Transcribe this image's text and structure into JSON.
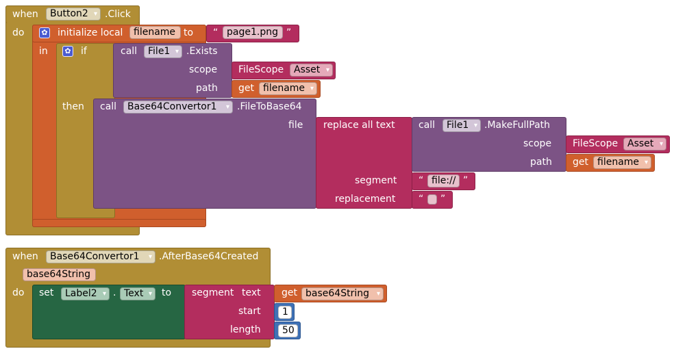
{
  "event1": {
    "when": "when",
    "component": "Button2",
    "event": ".Click",
    "do": "do",
    "local": {
      "label": "initialize local",
      "name": "filename",
      "to": "to",
      "value": "page1.png",
      "in": "in"
    },
    "if": {
      "label": "if",
      "call": "call",
      "component": "File1",
      "method": ".Exists",
      "scope_label": "scope",
      "scope_block": "FileScope",
      "scope_value": "Asset",
      "path_label": "path",
      "get": "get",
      "path_var": "filename",
      "then": "then"
    },
    "convert": {
      "call": "call",
      "component": "Base64Convertor1",
      "method": ".FileToBase64",
      "file_label": "file",
      "replace": "replace all text",
      "makefull": {
        "call": "call",
        "component": "File1",
        "method": ".MakeFullPath",
        "scope_label": "scope",
        "scope_block": "FileScope",
        "scope_value": "Asset",
        "path_label": "path",
        "get": "get",
        "path_var": "filename"
      },
      "segment_label": "segment",
      "segment_value": "file://",
      "replacement_label": "replacement"
    }
  },
  "event2": {
    "when": "when",
    "component": "Base64Convertor1",
    "event": ".AfterBase64Created",
    "param": "base64String",
    "do": "do",
    "set": "set",
    "target_component": "Label2",
    "dot": ".",
    "property": "Text",
    "to": "to",
    "segment_block": "segment",
    "text_label": "text",
    "get": "get",
    "text_var": "base64String",
    "start_label": "start",
    "start_value": "1",
    "length_label": "length",
    "length_value": "50"
  },
  "quote_open": "“",
  "quote_close": "”",
  "caret": "▾",
  "gear": "✿"
}
